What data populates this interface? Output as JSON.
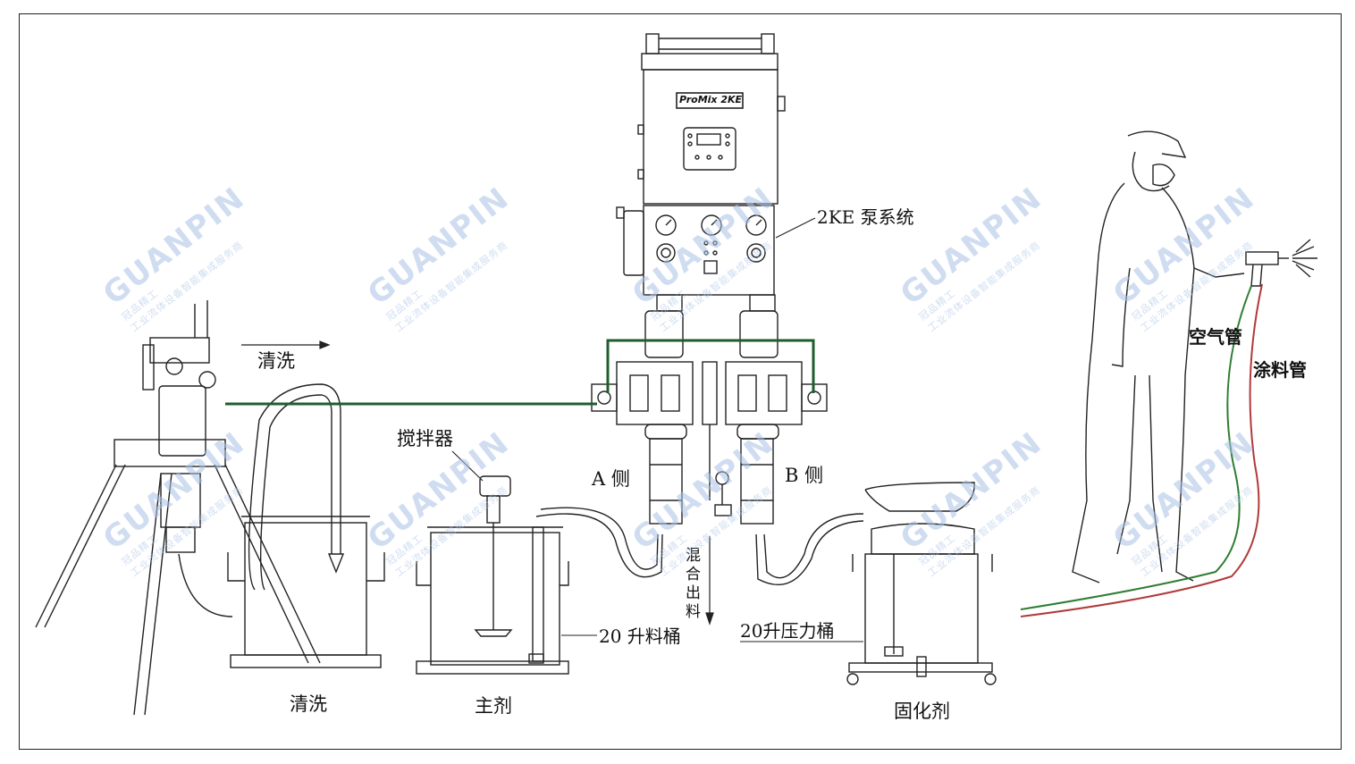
{
  "diagram": {
    "labels": {
      "pump_system": "2KE 泵系统",
      "flush_arrow": "清洗",
      "agitator": "搅拌器",
      "side_a": "A 侧",
      "side_b": "B 侧",
      "mix_output": "混合出料",
      "hopper": "20 升料桶",
      "pressure_pot": "20升压力桶",
      "flush": "清洗",
      "main_agent": "主剂",
      "curing_agent": "固化剂",
      "air_hose": "空气管",
      "fluid_hose": "涂料管",
      "brand_plate": "ProMix 2KE"
    },
    "watermark": {
      "logo": "GUANPIN",
      "cn_name": "冠品精工",
      "slogan": "工业流体设备智能集成服务商"
    },
    "colors": {
      "flush_line": "#1f5e2c",
      "air_hose": "#2e7d32",
      "fluid_hose": "#b23a3a",
      "outline": "#222222",
      "watermark": "#aac3e6"
    }
  }
}
